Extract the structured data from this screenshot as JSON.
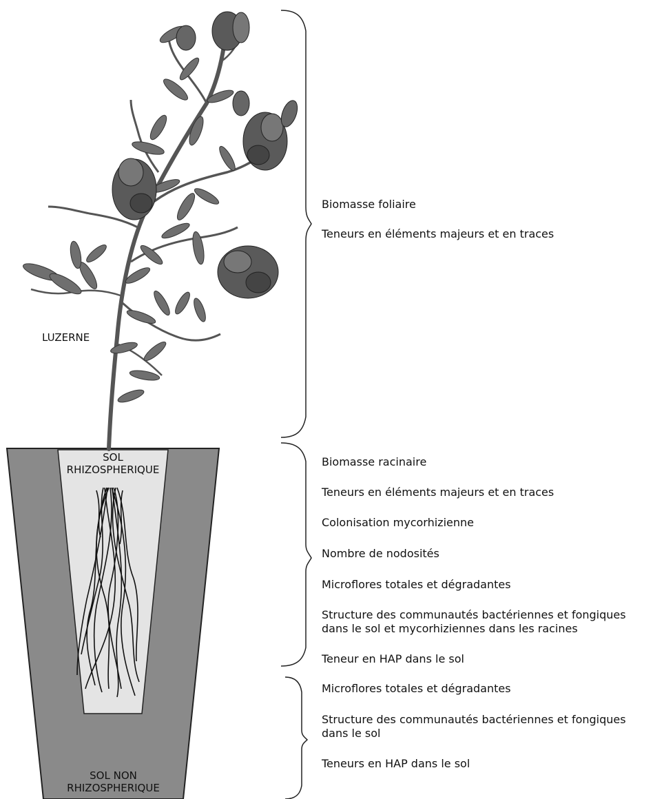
{
  "plant_label": "LUZERNE",
  "pot": {
    "inner_label_line1": "SOL",
    "inner_label_line2": "RHIZOSPHERIQUE",
    "outer_label_line1": "SOL NON",
    "outer_label_line2": "RHIZOSPHERIQUE"
  },
  "groups": {
    "plant": {
      "items": [
        "Biomasse foliaire",
        "Teneurs en éléments majeurs et en traces"
      ]
    },
    "rhizosphere": {
      "items": [
        "Biomasse racinaire",
        "Teneurs en éléments majeurs et en traces",
        "Colonisation mycorhizienne",
        "Nombre de nodosités",
        "Microflores totales et dégradantes",
        "Structure des communautés bactériennes et fongiques",
        "dans le sol et mycorhiziennes dans les racines",
        "Teneur en HAP dans le sol"
      ]
    },
    "bulk_soil": {
      "items": [
        "Microflores totales et dégradantes",
        "Structure des communautés bactériennes et fongiques",
        "dans le sol",
        "Teneurs en HAP dans le sol"
      ]
    }
  },
  "colors": {
    "pot_outer": "#8a8a8a",
    "pot_inner": "#e4e4e4",
    "outline": "#222222",
    "foliage": "#6f6f6f",
    "flower": "#5a5a5a"
  }
}
